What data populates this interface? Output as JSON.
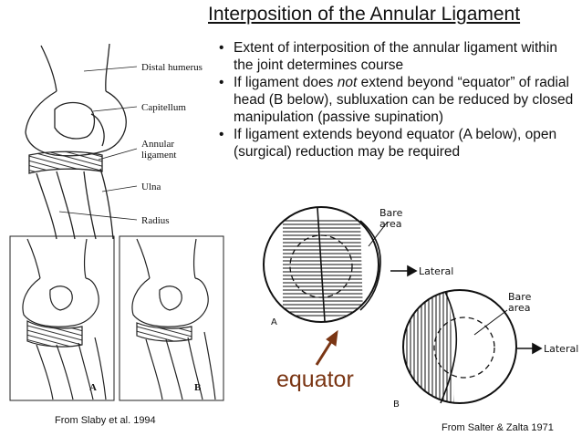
{
  "slide": {
    "title": "Interposition of the Annular Ligament",
    "bullets": [
      {
        "parts": [
          {
            "text": "Extent of interposition of the annular ligament within the joint determines course",
            "italic": false
          }
        ]
      },
      {
        "parts": [
          {
            "text": "If ligament does ",
            "italic": false
          },
          {
            "text": "not",
            "italic": true
          },
          {
            "text": " extend beyond “equator” of radial head (B below), subluxation can be reduced by closed manipulation (passive supination)",
            "italic": false
          }
        ]
      },
      {
        "parts": [
          {
            "text": "If ligament extends beyond equator (A below), open (surgical) reduction may be required",
            "italic": false
          }
        ]
      }
    ]
  },
  "anatomy_figure": {
    "labels": {
      "distal_humerus": "Distal humerus",
      "capitellum": "Capitellum",
      "annular_ligament_1": "Annular",
      "annular_ligament_2": "ligament",
      "ulna": "Ulna",
      "radius": "Radius"
    },
    "panel_a": "A",
    "panel_b": "B",
    "credit": "From Slaby et al. 1994"
  },
  "radial_head_figure": {
    "bare_area_1": "Bare",
    "bare_area_2": "area",
    "lateral": "Lateral",
    "label_a": "A",
    "label_b": "B",
    "equator_label": "equator",
    "equator_color": "#7a3513",
    "credit": "From Salter & Zalta 1971"
  }
}
